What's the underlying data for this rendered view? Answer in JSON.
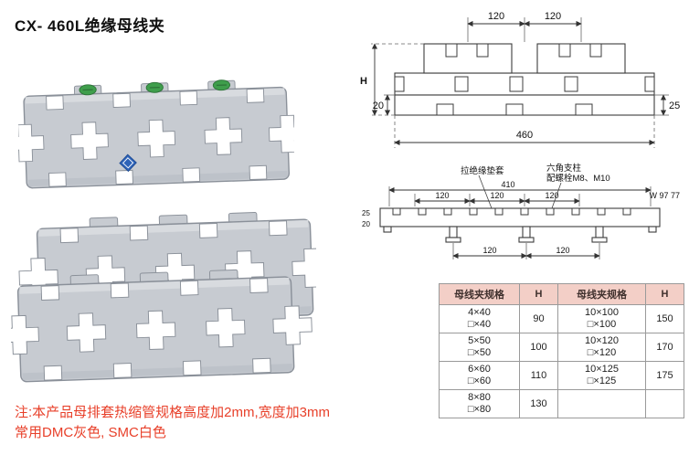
{
  "page": {
    "title": "CX- 460L绝缘母线夹",
    "note_line1": "注:本产品母排套热缩管规格高度加2mm,宽度加3mm",
    "note_line2": "常用DMC灰色, SMC白色"
  },
  "front_view": {
    "dim_top_1": "120",
    "dim_top_2": "120",
    "dim_height": "H",
    "dim_bottom_left": "20",
    "dim_bottom_right": "25",
    "dim_total_width": "460"
  },
  "side_view": {
    "label_sleeve": "拉绝缘垫套",
    "label_pillar_line1": "六角支柱",
    "label_pillar_line2": "配螺栓M8、M10",
    "dim_total": "410",
    "dim_seg_1": "120",
    "dim_seg_2": "120",
    "dim_seg_3": "120",
    "dim_w": "W 97 77",
    "dim_left_top": "25",
    "dim_left_bottom": "20",
    "dim_bottom_1": "120",
    "dim_bottom_2": "120"
  },
  "spec_table": {
    "headers": [
      "母线夹规格",
      "H",
      "母线夹规格",
      "H"
    ],
    "rows": [
      [
        "4×40",
        "□×40",
        "90",
        "10×100",
        "□×100",
        "150"
      ],
      [
        "5×50",
        "□×50",
        "100",
        "10×120",
        "□×120",
        "170"
      ],
      [
        "6×60",
        "□×60",
        "110",
        "10×125",
        "□×125",
        "175"
      ],
      [
        "8×80",
        "□×80",
        "130",
        "",
        "",
        ""
      ]
    ]
  },
  "colors": {
    "body_gray": "#c7cbd1",
    "screw_green": "#3f9e4c",
    "logo_blue": "#2e63b8",
    "note_red": "#e8402a",
    "table_header_bg": "#f3cfc7"
  }
}
